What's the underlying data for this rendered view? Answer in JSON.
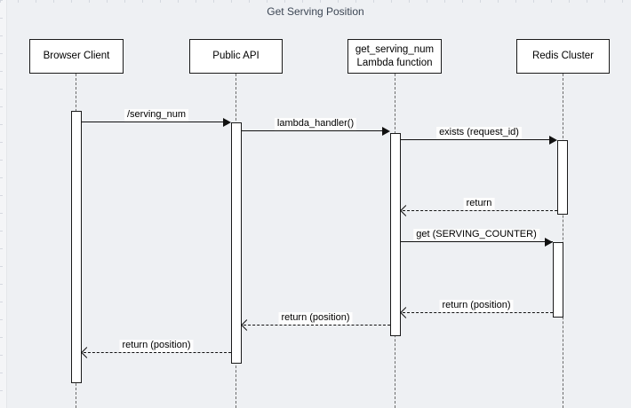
{
  "title": "Get Serving Position",
  "participants": [
    {
      "label": "Browser Client"
    },
    {
      "label": "Public API"
    },
    {
      "label": "get_serving_num\nLambda function"
    },
    {
      "label": "Redis Cluster"
    }
  ],
  "messages": [
    {
      "label": "/serving_num",
      "from": "Browser Client",
      "to": "Public API",
      "kind": "call"
    },
    {
      "label": "lambda_handler()",
      "from": "Public API",
      "to": "get_serving_num Lambda function",
      "kind": "call"
    },
    {
      "label": "exists (request_id)",
      "from": "get_serving_num Lambda function",
      "to": "Redis Cluster",
      "kind": "call"
    },
    {
      "label": "return",
      "from": "Redis Cluster",
      "to": "get_serving_num Lambda function",
      "kind": "return"
    },
    {
      "label": "get (SERVING_COUNTER)",
      "from": "get_serving_num Lambda function",
      "to": "Redis Cluster",
      "kind": "call"
    },
    {
      "label": "return (position)",
      "from": "Redis Cluster",
      "to": "get_serving_num Lambda function",
      "kind": "return"
    },
    {
      "label": "return (position)",
      "from": "get_serving_num Lambda function",
      "to": "Public API",
      "kind": "return"
    },
    {
      "label": "return (position)",
      "from": "Public API",
      "to": "Browser Client",
      "kind": "return"
    }
  ],
  "colors": {
    "background": "#eef0f3",
    "shape_fill": "#ffffff",
    "stroke": "#1a1a1a",
    "lifeline": "#6b6b6b",
    "title_text": "#3c4654"
  }
}
